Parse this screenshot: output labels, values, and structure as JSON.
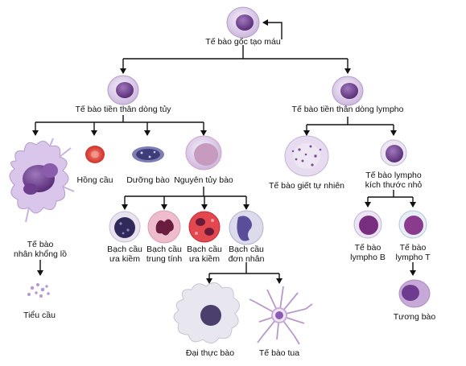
{
  "nodes": {
    "stem": "Tế bào gốc tạo máu",
    "myeloid": "Tế bào tiền thân dòng tủy",
    "lymphoid": "Tế bào tiền thân dòng lympho",
    "megakaryocyte": [
      "Tế bào",
      "nhân khổng lồ"
    ],
    "platelets": "Tiểu cầu",
    "erythrocyte": "Hồng cầu",
    "mast_cell": "Dưỡng bào",
    "myeloblast": "Nguyên tủy bào",
    "basophil": [
      "Bạch cầu",
      "ưa kiềm"
    ],
    "neutrophil": [
      "Bạch cầu",
      "trung tính"
    ],
    "eosinophil": [
      "Bạch cầu",
      "ưa kiềm"
    ],
    "monocyte": [
      "Bạch cầu",
      "đơn nhân"
    ],
    "macrophage": "Đại thực bào",
    "dendritic": "Tế bào tua",
    "nk_cell": "Tế bào giết tự nhiên",
    "small_lymphocyte": [
      "Tế bào lympho",
      "kích thước nhỏ"
    ],
    "b_cell": [
      "Tế bào",
      "lympho B"
    ],
    "t_cell": [
      "Tế bào",
      "lympho T"
    ],
    "plasma_cell": "Tương bào"
  },
  "colors": {
    "line": "#111111",
    "cytoplasm": "#e6dcef",
    "nucleus": "#7a4a96",
    "red_cell": "#e0483f",
    "neutrophil_body": "#f2c6d4",
    "eosinophil_granules": "#d23a48"
  }
}
